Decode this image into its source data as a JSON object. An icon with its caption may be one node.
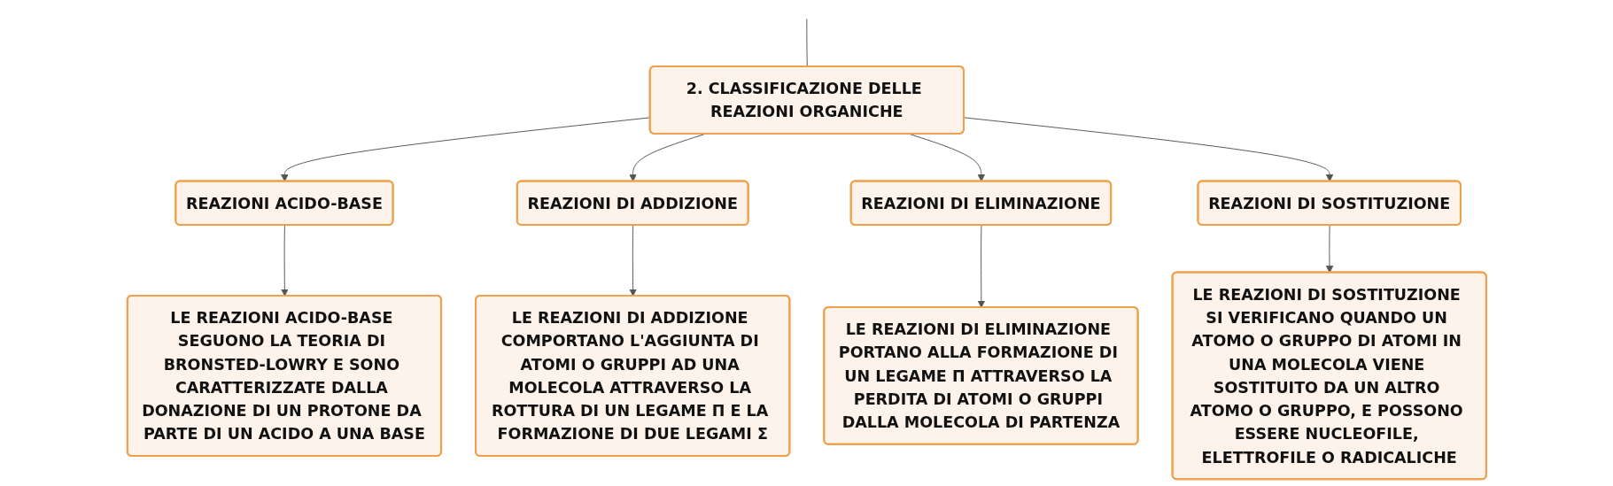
{
  "diagram": {
    "nodes": [
      {
        "text": [
          "2. CLASSIFICAZIONE DELLE REAZIONI ORGANICHE"
        ]
      },
      {
        "text": [
          "REAZIONI ACIDO-BASE"
        ]
      },
      {
        "text": [
          "REAZIONI DI ADDIZIONE"
        ]
      },
      {
        "text": [
          "REAZIONI DI ELIMINAZIONE"
        ]
      },
      {
        "text": [
          "REAZIONI DI SOSTITUZIONE"
        ]
      },
      {
        "text": [
          "LE REAZIONI ACIDO-BASE SEGUONO LA TEORIA DI BRONSTED-LOWRY E SONO CARATTERIZZATE DALLA DONAZIONE DI UN PROTONE DA PARTE DI UN ACIDO A UNA BASE"
        ]
      },
      {
        "text": [
          "LE REAZIONI DI ADDIZIONE COMPORTANO L'AGGIUNTA DI ATOMI O GRUPPI AD UNA MOLECOLA ATTRAVERSO LA ROTTURA DI UN LEGAME Π E LA FORMAZIONE DI DUE LEGAMI Σ"
        ]
      },
      {
        "text": [
          "LE REAZIONI DI ELIMINAZIONE PORTANO ALLA FORMAZIONE DI UN LEGAME Π ATTRAVERSO LA PERDITA DI ATOMI O GRUPPI DALLA MOLECOLA DI PARTENZA"
        ]
      },
      {
        "text": [
          "LE REAZIONI DI SOSTITUZIONE SI VERIFICANO QUANDO UN ATOMO O GRUPPO DI ATOMI IN UNA MOLECOLA VIENE SOSTITUITO DA UN ALTRO ATOMO O GRUPPO, E POSSONO ESSERE NUCLEOFILE, ELETTROFILE O RADICALICHE"
        ]
      }
    ],
    "edges": [
      {
        "from": null,
        "to": 0,
        "arrow": "none"
      },
      {
        "from": 0,
        "to": 1,
        "arrow": "to"
      },
      {
        "from": 0,
        "to": 2,
        "arrow": "to"
      },
      {
        "from": 0,
        "to": 3,
        "arrow": "to"
      },
      {
        "from": 0,
        "to": 4,
        "arrow": "to"
      },
      {
        "from": 1,
        "to": 5,
        "arrow": "to"
      },
      {
        "from": 2,
        "to": 6,
        "arrow": "to"
      },
      {
        "from": 3,
        "to": 7,
        "arrow": "to"
      },
      {
        "from": 4,
        "to": 8,
        "arrow": "to"
      }
    ]
  }
}
